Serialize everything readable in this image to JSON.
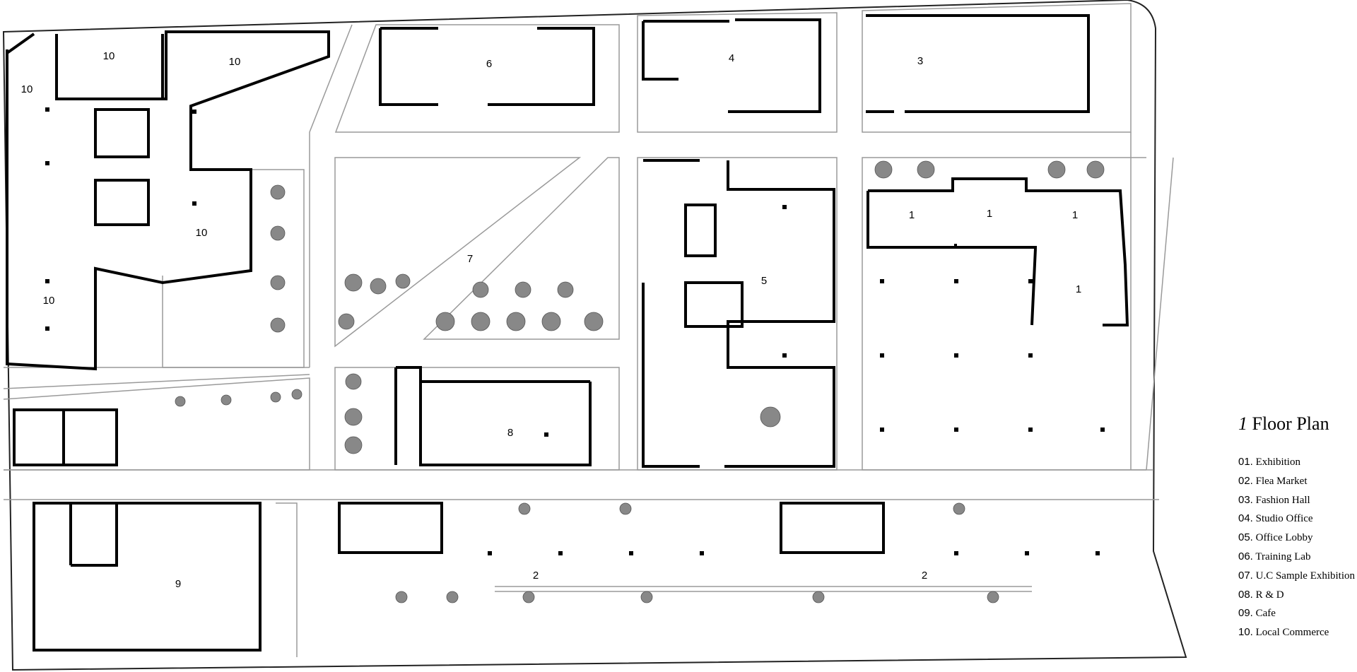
{
  "plan": {
    "title_number": "1",
    "title_text": "Floor Plan",
    "room_labels": {
      "r10a": "10",
      "r10b": "10",
      "r10c": "10",
      "r10d": "10",
      "r10e": "10",
      "r6": "6",
      "r4": "4",
      "r3": "3",
      "r1a": "1",
      "r1b": "1",
      "r1c": "1",
      "r1d": "1",
      "r7": "7",
      "r5": "5",
      "r8": "8",
      "r9": "9",
      "r2a": "2",
      "r2b": "2"
    }
  },
  "legend": {
    "items": [
      {
        "num": "01.",
        "label": "Exhibition"
      },
      {
        "num": "02.",
        "label": "Flea Market"
      },
      {
        "num": "03.",
        "label": "Fashion Hall"
      },
      {
        "num": "04.",
        "label": "Studio Office"
      },
      {
        "num": "05.",
        "label": "Office Lobby"
      },
      {
        "num": "06.",
        "label": "Training Lab"
      },
      {
        "num": "07.",
        "label": "U.C Sample Exhibition"
      },
      {
        "num": "08.",
        "label": "R & D"
      },
      {
        "num": "09.",
        "label": "Cafe"
      },
      {
        "num": "10.",
        "label": "Local Commerce"
      }
    ]
  }
}
